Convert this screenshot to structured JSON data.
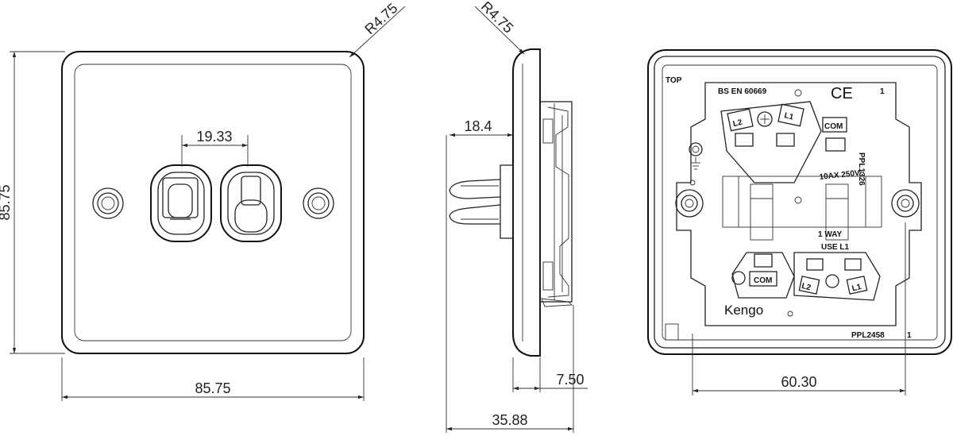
{
  "front_view": {
    "width_label": "85.75",
    "height_label": "85.75",
    "radius_label": "R4.75",
    "toggle_spacing_label": "19.33"
  },
  "side_view": {
    "radius_label": "R4.75",
    "depth_label": "18.4",
    "plate_thickness_label": "7.50",
    "total_depth_label": "35.88"
  },
  "rear_view": {
    "top_label": "TOP",
    "standard_label": "BS EN 60669",
    "ce_mark": "CE",
    "marking_1": "1",
    "terminal_l2": "L2",
    "terminal_l1": "L1",
    "terminal_com": "COM",
    "rating_label": "10AX 250V~",
    "part_code": "PPL1326",
    "one_way_label": "1 WAY",
    "use_l1_label": "USE L1",
    "bottom_l2": "L2",
    "bottom_l1": "L1",
    "bottom_com": "COM",
    "brand": "Kengo",
    "part_number": "PPL2458",
    "part_number_suffix": "1",
    "mount_width_label": "60.30"
  }
}
